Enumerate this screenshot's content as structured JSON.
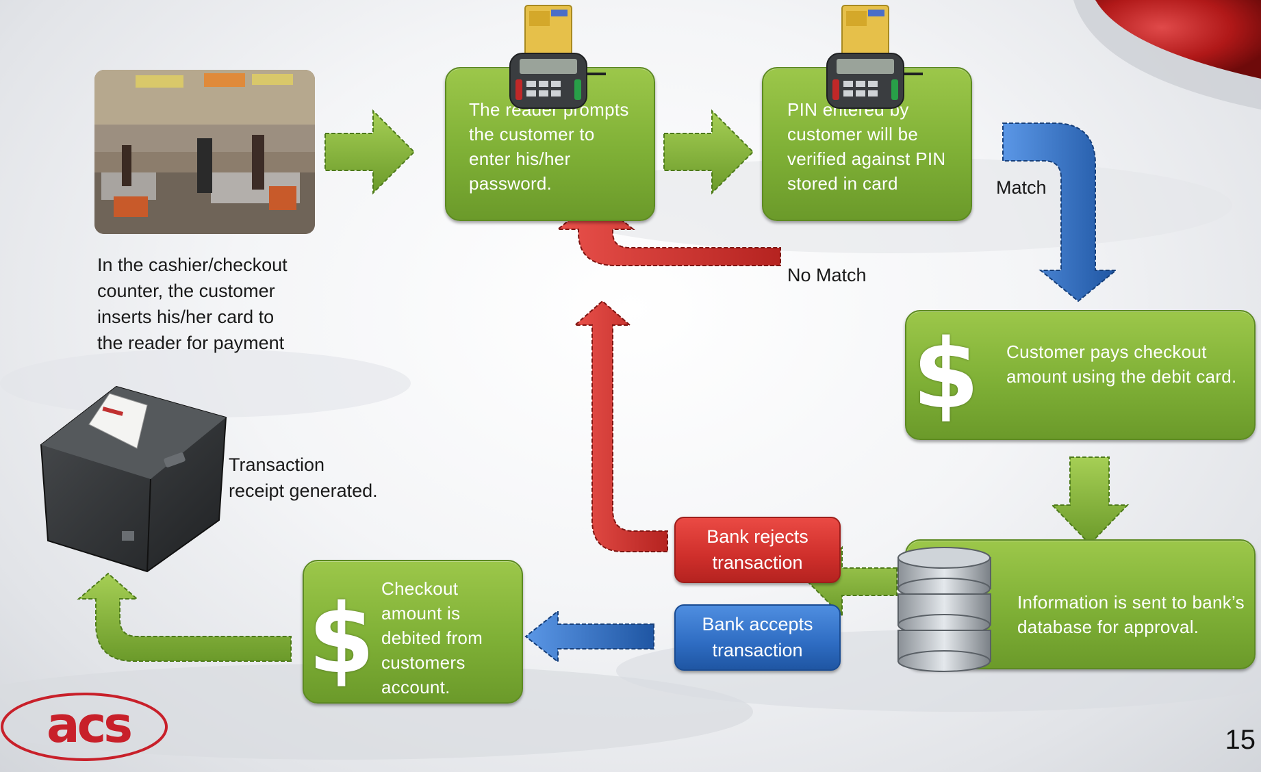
{
  "steps": {
    "checkout_caption": [
      "In the cashier/checkout",
      "counter, the customer",
      "inserts his/her card to",
      "the reader for payment"
    ],
    "prompt_text": [
      "The reader prompts",
      "the customer to",
      "enter his/her",
      "password."
    ],
    "verify_text": [
      "PIN entered by",
      "customer will be",
      "verified against PIN",
      "stored in card"
    ],
    "pay_text": [
      "Customer pays checkout",
      "amount using the debit card."
    ],
    "database_text": [
      "Information is sent to bank’s",
      "database for approval."
    ],
    "debit_text": [
      "Checkout",
      "amount is",
      "debited from",
      "customers",
      "account."
    ],
    "receipt_text": [
      "Transaction",
      "receipt generated."
    ]
  },
  "decisions": {
    "match": "Match",
    "no_match": "No Match",
    "bank_rejects": [
      "Bank rejects",
      "transaction"
    ],
    "bank_accepts": [
      "Bank accepts",
      "transaction"
    ]
  },
  "symbols": {
    "dollar": "$"
  },
  "logo_text": "acs",
  "page_number": "15",
  "colors": {
    "green": "#7fb036",
    "red": "#cf2f2b",
    "blue": "#2e6cc2",
    "brand_red": "#c8202a"
  }
}
